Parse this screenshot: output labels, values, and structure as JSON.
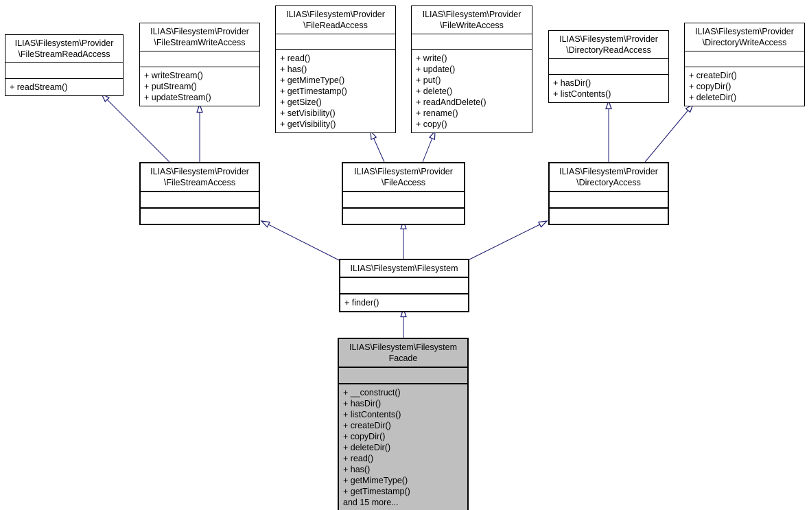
{
  "diagram": {
    "type": "uml-class-inheritance-graph",
    "colors": {
      "background": "#ffffff",
      "arrow": "#191970",
      "node_border": "#000000",
      "node_fill": "#ffffff",
      "highlight_fill": "#bfbfbf",
      "text": "#000000"
    },
    "nodes": [
      {
        "id": "file-stream-read-access",
        "title_lines": [
          "ILIAS\\Filesystem\\Provider",
          "\\FileStreamReadAccess"
        ],
        "attributes": [],
        "methods": [
          "+ readStream()"
        ],
        "highlighted": false
      },
      {
        "id": "file-stream-write-access",
        "title_lines": [
          "ILIAS\\Filesystem\\Provider",
          "\\FileStreamWriteAccess"
        ],
        "attributes": [],
        "methods": [
          "+ writeStream()",
          "+ putStream()",
          "+ updateStream()"
        ],
        "highlighted": false
      },
      {
        "id": "file-read-access",
        "title_lines": [
          "ILIAS\\Filesystem\\Provider",
          "\\FileReadAccess"
        ],
        "attributes": [],
        "methods": [
          "+ read()",
          "+ has()",
          "+ getMimeType()",
          "+ getTimestamp()",
          "+ getSize()",
          "+ setVisibility()",
          "+ getVisibility()"
        ],
        "highlighted": false
      },
      {
        "id": "file-write-access",
        "title_lines": [
          "ILIAS\\Filesystem\\Provider",
          "\\FileWriteAccess"
        ],
        "attributes": [],
        "methods": [
          "+ write()",
          "+ update()",
          "+ put()",
          "+ delete()",
          "+ readAndDelete()",
          "+ rename()",
          "+ copy()"
        ],
        "highlighted": false
      },
      {
        "id": "directory-read-access",
        "title_lines": [
          "ILIAS\\Filesystem\\Provider",
          "\\DirectoryReadAccess"
        ],
        "attributes": [],
        "methods": [
          "+ hasDir()",
          "+ listContents()"
        ],
        "highlighted": false
      },
      {
        "id": "directory-write-access",
        "title_lines": [
          "ILIAS\\Filesystem\\Provider",
          "\\DirectoryWriteAccess"
        ],
        "attributes": [],
        "methods": [
          "+ createDir()",
          "+ copyDir()",
          "+ deleteDir()"
        ],
        "highlighted": false
      },
      {
        "id": "file-stream-access",
        "title_lines": [
          "ILIAS\\Filesystem\\Provider",
          "\\FileStreamAccess"
        ],
        "attributes": [],
        "methods": [],
        "highlighted": false
      },
      {
        "id": "file-access",
        "title_lines": [
          "ILIAS\\Filesystem\\Provider",
          "\\FileAccess"
        ],
        "attributes": [],
        "methods": [],
        "highlighted": false
      },
      {
        "id": "directory-access",
        "title_lines": [
          "ILIAS\\Filesystem\\Provider",
          "\\DirectoryAccess"
        ],
        "attributes": [],
        "methods": [],
        "highlighted": false
      },
      {
        "id": "filesystem",
        "title_lines": [
          "ILIAS\\Filesystem\\Filesystem"
        ],
        "attributes": [],
        "methods": [
          "+ finder()"
        ],
        "highlighted": false
      },
      {
        "id": "filesystem-facade",
        "title_lines": [
          "ILIAS\\Filesystem\\Filesystem",
          "Facade"
        ],
        "attributes": [],
        "methods": [
          "+ __construct()",
          "+ hasDir()",
          "+ listContents()",
          "+ createDir()",
          "+ copyDir()",
          "+ deleteDir()",
          "+ read()",
          "+ has()",
          "+ getMimeType()",
          "+ getTimestamp()",
          "and 15 more..."
        ],
        "highlighted": true
      }
    ],
    "edges": [
      {
        "from": "file-stream-access",
        "to": "file-stream-read-access",
        "relation": "inheritance"
      },
      {
        "from": "file-stream-access",
        "to": "file-stream-write-access",
        "relation": "inheritance"
      },
      {
        "from": "file-access",
        "to": "file-read-access",
        "relation": "inheritance"
      },
      {
        "from": "file-access",
        "to": "file-write-access",
        "relation": "inheritance"
      },
      {
        "from": "directory-access",
        "to": "directory-read-access",
        "relation": "inheritance"
      },
      {
        "from": "directory-access",
        "to": "directory-write-access",
        "relation": "inheritance"
      },
      {
        "from": "filesystem",
        "to": "file-stream-access",
        "relation": "inheritance"
      },
      {
        "from": "filesystem",
        "to": "file-access",
        "relation": "inheritance"
      },
      {
        "from": "filesystem",
        "to": "directory-access",
        "relation": "inheritance"
      },
      {
        "from": "filesystem-facade",
        "to": "filesystem",
        "relation": "inheritance"
      }
    ]
  }
}
